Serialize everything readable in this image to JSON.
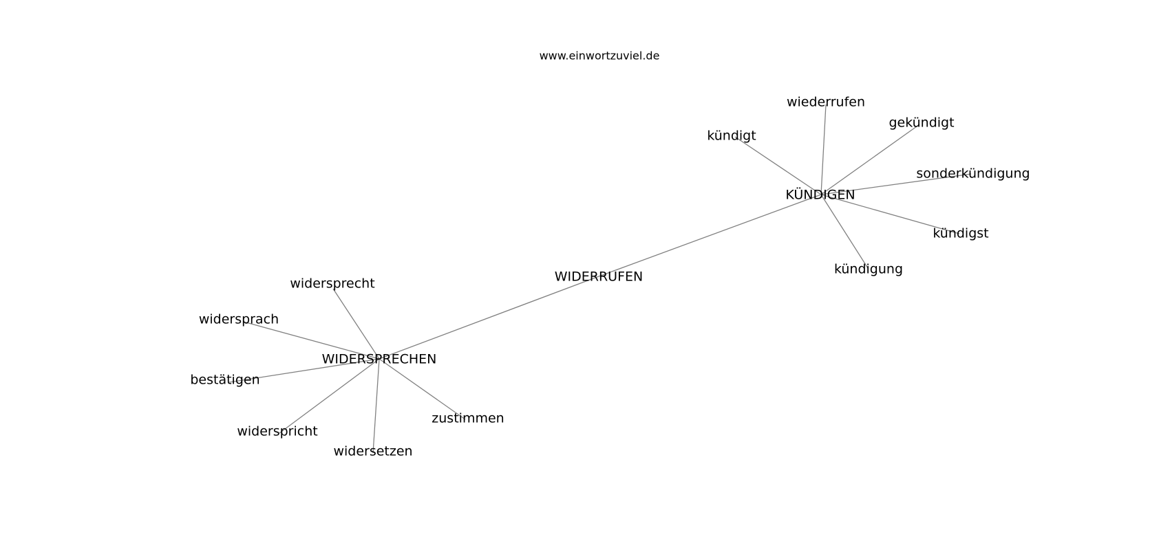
{
  "source": "www.einwortzuviel.de",
  "nodes": {
    "widerrufen": "WIDERRUFEN",
    "kuendigen": "KÜNDIGEN",
    "widersprechen": "WIDERSPRECHEN",
    "kuendigt": "kündigt",
    "wiederrufen": "wiederrufen",
    "gekuendigt": "gekündigt",
    "sonderkuendigung": "sonderkündigung",
    "kuendigst": "kündigst",
    "kuendigung": "kündigung",
    "widerspricht_t": "widersprecht",
    "widersprach": "widersprach",
    "bestaetigen": "bestätigen",
    "widerspricht": "widerspricht",
    "widersetzen": "widersetzen",
    "zustimmen": "zustimmen"
  },
  "edges": [
    [
      "widerrufen",
      "kuendigen"
    ],
    [
      "widerrufen",
      "widersprechen"
    ],
    [
      "kuendigen",
      "kuendigt"
    ],
    [
      "kuendigen",
      "wiederrufen"
    ],
    [
      "kuendigen",
      "gekuendigt"
    ],
    [
      "kuendigen",
      "sonderkuendigung"
    ],
    [
      "kuendigen",
      "kuendigst"
    ],
    [
      "kuendigen",
      "kuendigung"
    ],
    [
      "widersprechen",
      "widerspricht_t"
    ],
    [
      "widersprechen",
      "widersprach"
    ],
    [
      "widersprechen",
      "bestaetigen"
    ],
    [
      "widersprechen",
      "widerspricht"
    ],
    [
      "widersprechen",
      "widersetzen"
    ],
    [
      "widersprechen",
      "zustimmen"
    ]
  ]
}
